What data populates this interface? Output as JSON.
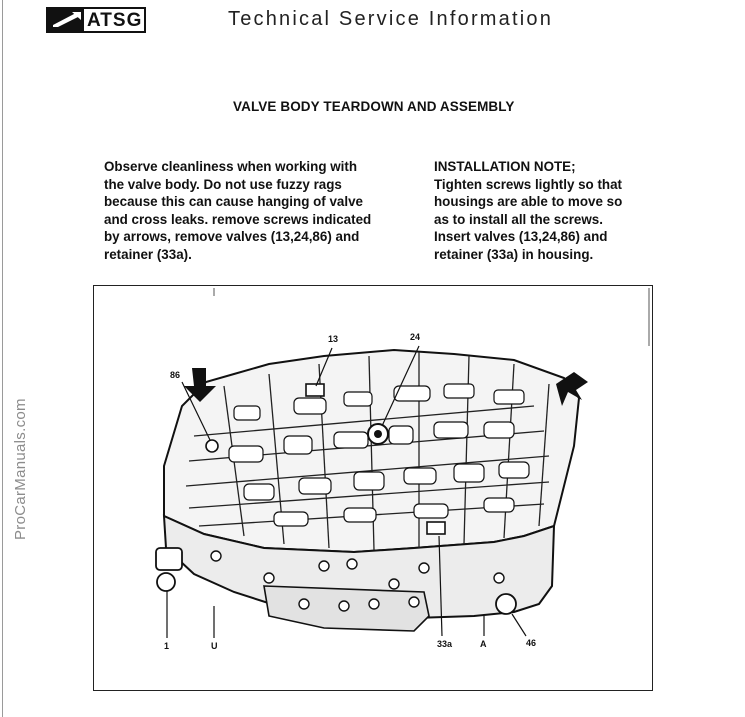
{
  "header": {
    "logo_text": "ATSG",
    "title": "Technical Service Information"
  },
  "section_title": "VALVE BODY TEARDOWN AND ASSEMBLY",
  "left_paragraph": "Observe cleanliness when working with\nthe valve body. Do not use fuzzy rags\nbecause this can cause hanging of valve\nand cross leaks. remove screws indicated\nby arrows, remove valves (13,24,86) and\nretainer (33a).",
  "right_paragraph": "INSTALLATION NOTE;\nTighten screws lightly so that\nhousings are able to move so\nas to install all the screws.\nInsert valves (13,24,86) and\nretainer (33a) in housing.",
  "figure": {
    "labels": {
      "l13": "13",
      "l24": "24",
      "l86": "86",
      "l1": "1",
      "lU": "U",
      "l33a": "33a",
      "lA": "A",
      "l46": "46"
    }
  },
  "watermark": "ProCarManuals.com"
}
